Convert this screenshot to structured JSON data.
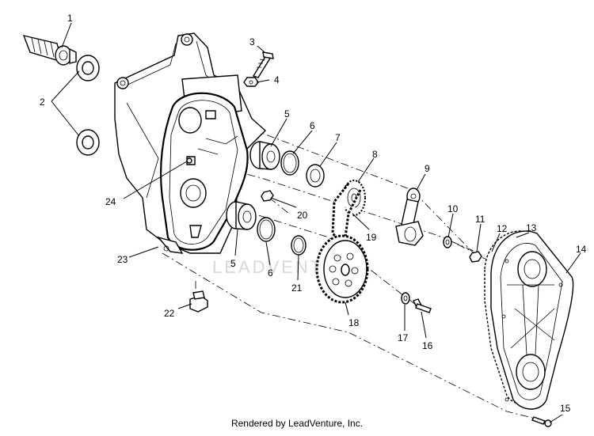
{
  "diagram": {
    "footer_credit": "Rendered by LeadVenture, Inc.",
    "watermark_text": "LEADVENTURE",
    "callouts": {
      "c1": "1",
      "c2": "2",
      "c3": "3",
      "c4": "4",
      "c5a": "5",
      "c5b": "5",
      "c6a": "6",
      "c6b": "6",
      "c7": "7",
      "c8": "8",
      "c9": "9",
      "c10": "10",
      "c11": "11",
      "c12": "12",
      "c13": "13",
      "c14": "14",
      "c15": "15",
      "c16": "16",
      "c17": "17",
      "c18": "18",
      "c19": "19",
      "c20": "20",
      "c21": "21",
      "c22": "22",
      "c23": "23",
      "c24": "24"
    }
  }
}
